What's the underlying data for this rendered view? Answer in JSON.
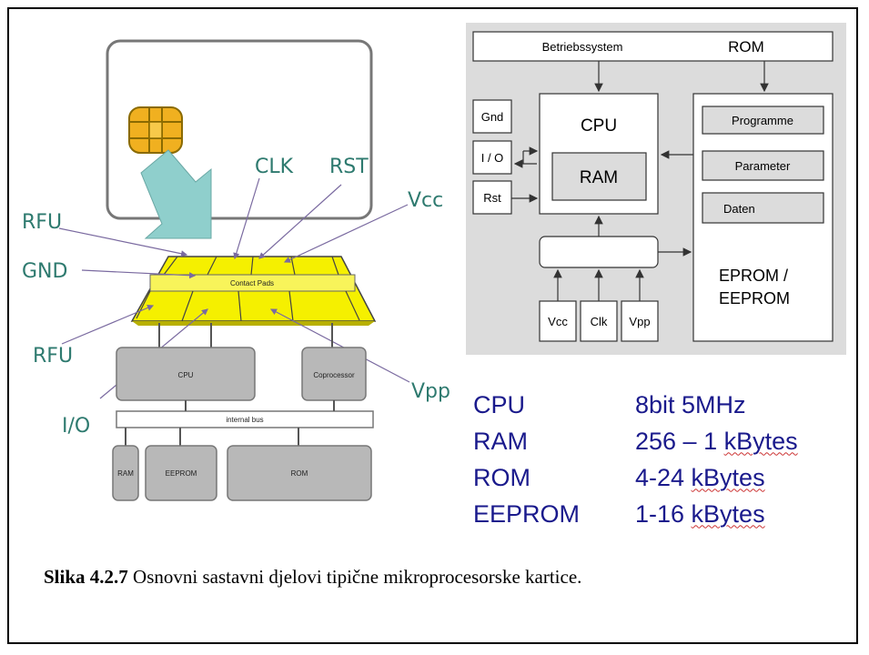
{
  "smartcard": {
    "pins": {
      "clk": "CLK",
      "rst": "RST",
      "vcc": "Vcc",
      "rfu_top": "RFU",
      "gnd": "GND",
      "rfu_bottom": "RFU",
      "io": "I/O",
      "vpp": "Vpp"
    },
    "contact_pads_label": "Contact Pads",
    "blocks": {
      "cpu": "CPU",
      "coprocessor": "Coprocessor",
      "internal_bus": "internal bus",
      "ram": "RAM",
      "eeprom": "EEPROM",
      "rom": "ROM"
    }
  },
  "block_diagram": {
    "os_label": "Betriebssystem",
    "rom_label": "ROM",
    "cpu": "CPU",
    "ram": "RAM",
    "gnd": "Gnd",
    "io": "I / O",
    "rst": "Rst",
    "programme": "Programme",
    "parameter": "Parameter",
    "daten": "Daten",
    "eprom_line1": "EPROM /",
    "eprom_line2": "EEPROM",
    "vcc": "Vcc",
    "clk": "Clk",
    "vpp": "Vpp"
  },
  "specs": [
    {
      "key": "CPU",
      "value_main": "8bit 5MHz",
      "value_underlined": ""
    },
    {
      "key": "RAM",
      "value_main": "256 – 1 ",
      "value_underlined": "kBytes"
    },
    {
      "key": "ROM",
      "value_main": "4-24 ",
      "value_underlined": "kBytes"
    },
    {
      "key": "EEPROM",
      "value_main": "1-16 ",
      "value_underlined": "kBytes"
    }
  ],
  "caption": {
    "bold": "Slika 4.2.7",
    "text": " Osnovni sastavni djelovi tipične mikroprocesorske kartice."
  }
}
